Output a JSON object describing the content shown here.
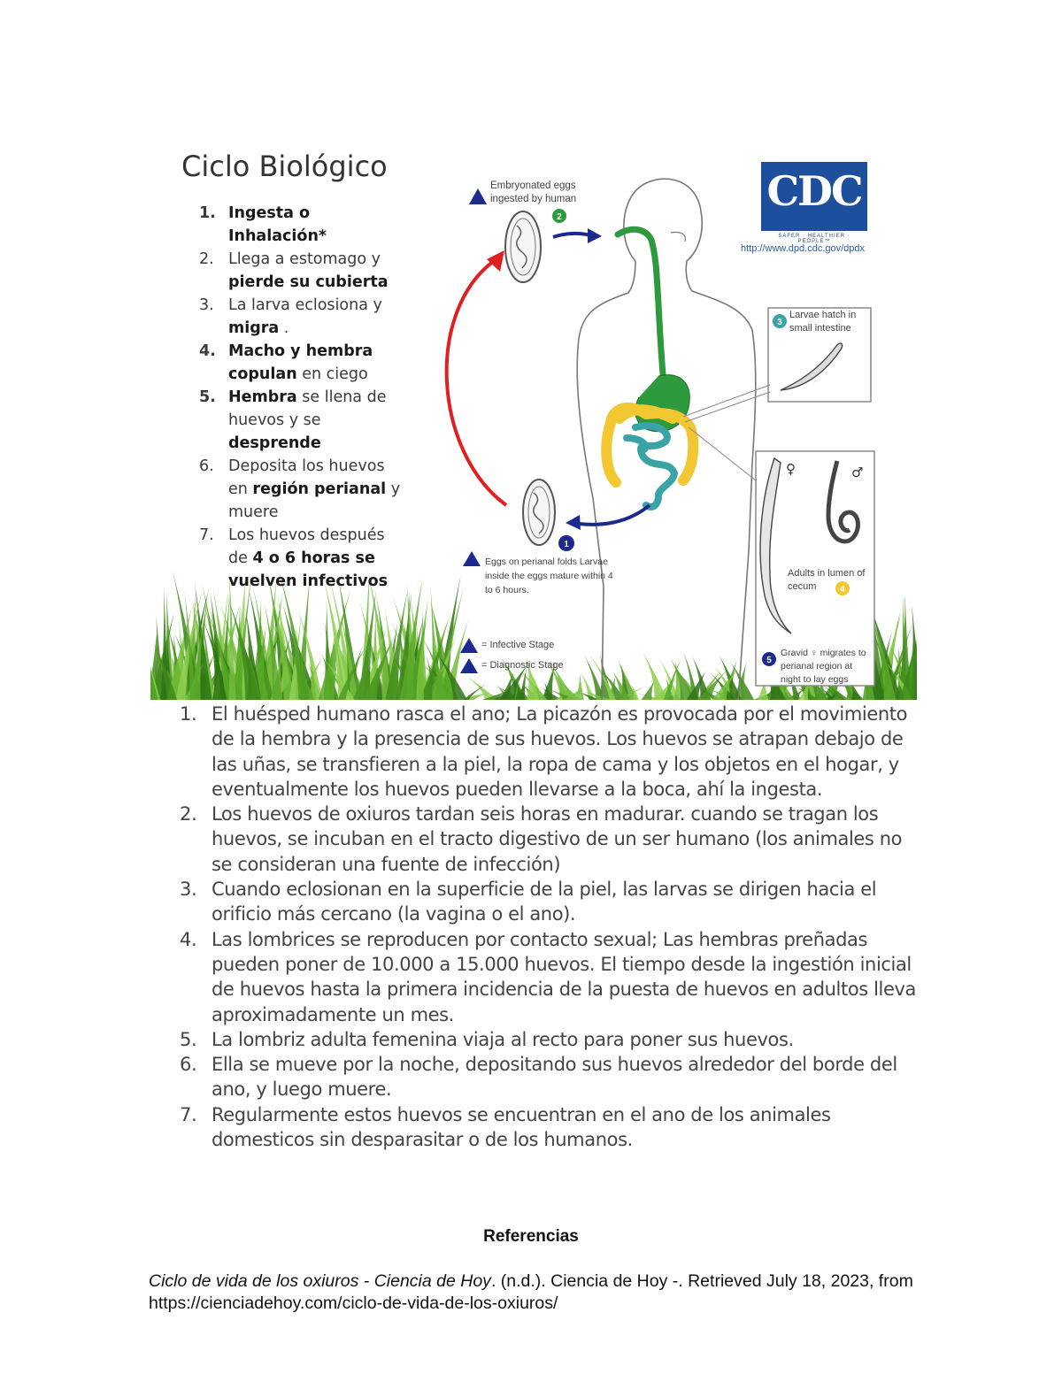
{
  "figure": {
    "title": "Ciclo Biológico",
    "steps": [
      {
        "num": "1.",
        "parts": [
          {
            "b": true,
            "t": "Ingesta o Inhalación*"
          }
        ]
      },
      {
        "num": "2.",
        "parts": [
          {
            "b": false,
            "t": "Llega a estomago y "
          },
          {
            "b": true,
            "t": "pierde su cubierta"
          }
        ]
      },
      {
        "num": "3.",
        "parts": [
          {
            "b": false,
            "t": "La larva eclosiona y "
          },
          {
            "b": true,
            "t": "migra"
          },
          {
            "b": false,
            "t": " ."
          }
        ]
      },
      {
        "num": "4.",
        "parts": [
          {
            "b": true,
            "t": "Macho y hembra copulan"
          },
          {
            "b": false,
            "t": " en ciego"
          }
        ]
      },
      {
        "num": "5.",
        "parts": [
          {
            "b": true,
            "t": "Hembra"
          },
          {
            "b": false,
            "t": " se llena de huevos y se "
          },
          {
            "b": true,
            "t": "desprende"
          }
        ]
      },
      {
        "num": "6.",
        "parts": [
          {
            "b": false,
            "t": "Deposita los huevos en "
          },
          {
            "b": true,
            "t": "región perianal"
          },
          {
            "b": false,
            "t": " y muere"
          }
        ]
      },
      {
        "num": "7.",
        "parts": [
          {
            "b": false,
            "t": "Los huevos después de "
          },
          {
            "b": true,
            "t": "4 o 6 horas se vuelven infectivos"
          }
        ]
      }
    ],
    "diagram": {
      "embryonated": "Embryonated eggs ingested by human",
      "larvae_hatch": "Larvae hatch in small intestine",
      "adults": "Adults in lumen of cecum",
      "gravid": "Gravid ♀ migrates to perianal region at night to lay eggs",
      "eggs_perianal": "Eggs on perianal folds Larvae inside the eggs mature within 4 to 6 hours.",
      "legend_infective": "= Infective Stage",
      "legend_diagnostic": "= Diagnostic Stage",
      "female_symbol": "♀",
      "male_symbol": "♂",
      "stage_numbers": [
        "1",
        "2",
        "3",
        "4",
        "5"
      ]
    },
    "cdc": {
      "logo": "CDC",
      "tagline": "SAFER · HEALTHIER · PEOPLE™",
      "url": "http://www.dpd.cdc.gov/dpdx"
    }
  },
  "notes": [
    {
      "num": "1.",
      "text": "El huésped humano rasca el ano; La picazón es provocada por el movimiento de la hembra y la presencia de sus huevos. Los huevos se atrapan debajo de las uñas, se transfieren a la piel, la ropa de cama y los objetos en el hogar, y eventualmente los huevos pueden llevarse a la boca, ahí la ingesta."
    },
    {
      "num": "2.",
      "text": "Los huevos de oxiuros tardan seis horas en madurar. cuando se tragan los huevos, se incuban en el tracto digestivo de un ser humano (los animales no se consideran una fuente de infección)"
    },
    {
      "num": "3.",
      "text": "Cuando eclosionan en la superficie de la piel, las larvas se dirigen hacia el orificio más cercano (la vagina o el ano)."
    },
    {
      "num": "4.",
      "text": "Las lombrices se reproducen por contacto sexual; Las hembras preñadas pueden poner de 10.000 a 15.000 huevos. El tiempo desde la ingestión inicial de huevos hasta la primera incidencia de la puesta de huevos en adultos lleva aproximadamente un mes."
    },
    {
      "num": "5.",
      "text": "La lombriz adulta femenina viaja al recto para poner sus huevos."
    },
    {
      "num": "6.",
      "text": "Ella se mueve por la noche, depositando sus huevos alrededor del borde del ano, y luego muere."
    },
    {
      "num": "7.",
      "text": "Regularmente estos huevos se encuentran en el ano de los animales domesticos sin desparasitar o de los humanos."
    }
  ],
  "references": {
    "heading": "Referencias",
    "title": "Ciclo de vida de los oxiuros - Ciencia de Hoy",
    "rest": ". (n.d.). Ciencia de Hoy -. Retrieved July 18, 2023, from https://cienciadehoy.com/ciclo-de-vida-de-los-oxiuros/"
  },
  "colors": {
    "cdc_blue": "#1d4f9c",
    "gut_green": "#2e9a3e",
    "colon_yellow": "#f2c832",
    "intestine_teal": "#3aa3a6",
    "cycle_red": "#e02020",
    "arrow_navy": "#1b2a8c",
    "grass_green": "#4f9a20"
  }
}
